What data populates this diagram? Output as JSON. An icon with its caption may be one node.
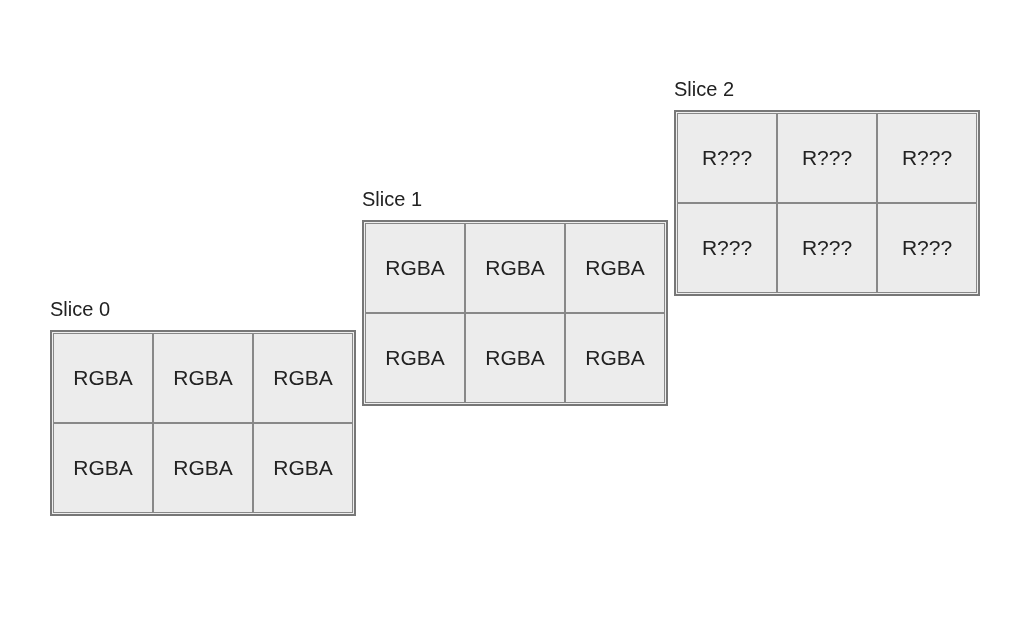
{
  "diagram": {
    "nodes": [
      {
        "text": [
          "Slice 0"
        ]
      },
      {
        "text": [
          "RGBA"
        ],
        "in": 0
      },
      {
        "text": [
          "RGBA"
        ],
        "in": 0
      },
      {
        "text": [
          "RGBA"
        ],
        "in": 0
      },
      {
        "text": [
          "RGBA"
        ],
        "in": 0
      },
      {
        "text": [
          "RGBA"
        ],
        "in": 0
      },
      {
        "text": [
          "RGBA"
        ],
        "in": 0
      },
      {
        "text": [
          "Slice 1"
        ]
      },
      {
        "text": [
          "RGBA"
        ],
        "in": 7
      },
      {
        "text": [
          "RGBA"
        ],
        "in": 7
      },
      {
        "text": [
          "RGBA"
        ],
        "in": 7
      },
      {
        "text": [
          "RGBA"
        ],
        "in": 7
      },
      {
        "text": [
          "RGBA"
        ],
        "in": 7
      },
      {
        "text": [
          "RGBA"
        ],
        "in": 7
      },
      {
        "text": [
          "Slice 2"
        ]
      },
      {
        "text": [
          "R???"
        ],
        "in": 14
      },
      {
        "text": [
          "R???"
        ],
        "in": 14
      },
      {
        "text": [
          "R???"
        ],
        "in": 14
      },
      {
        "text": [
          "R???"
        ],
        "in": 14
      },
      {
        "text": [
          "R???"
        ],
        "in": 14
      },
      {
        "text": [
          "R???"
        ],
        "in": 14
      }
    ],
    "edges": []
  }
}
